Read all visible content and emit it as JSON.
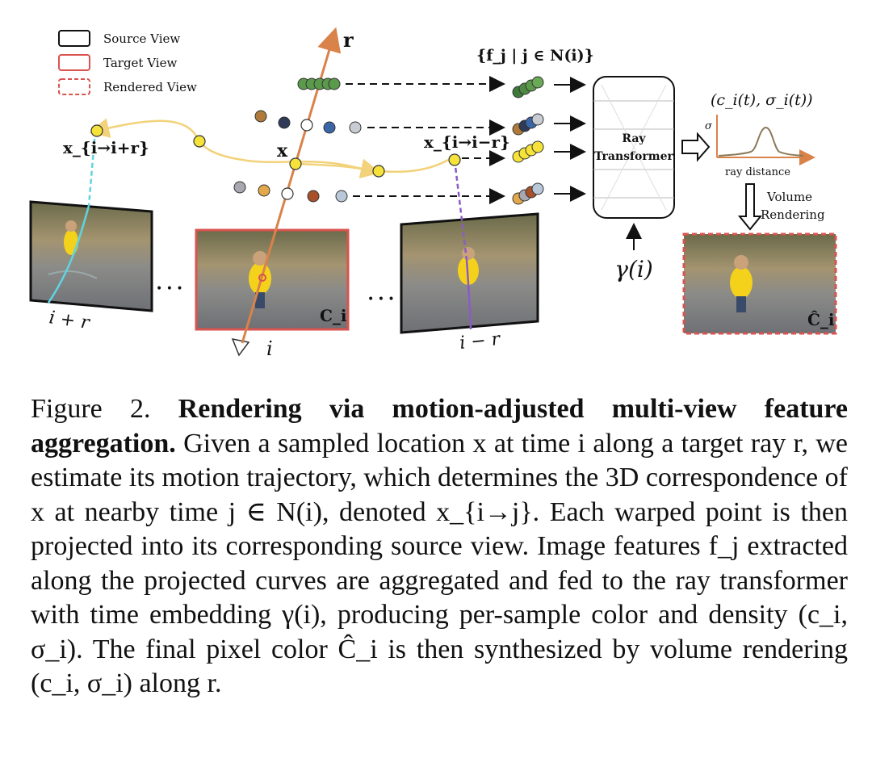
{
  "legend": {
    "source": "Source View",
    "target": "Target View",
    "rendered": "Rendered View"
  },
  "labels": {
    "ray": "r",
    "features_set": "{f_j | j ∈ N(i)}",
    "x_plus": "x_{i→i+r}",
    "x_minus": "x_{i→i−r}",
    "x": "x",
    "i_plus_r": "i + r",
    "i_minus_r": "i − r",
    "i": "i",
    "c_i": "C_i",
    "c_hat_i": "Ĉ_i",
    "ray_transformer_line1": "Ray",
    "ray_transformer_line2": "Transformer",
    "gamma": "γ(i)",
    "color_density": "(c_i(t), σ_i(t))",
    "sigma": "σ",
    "ray_distance": "ray distance",
    "volume_line1": "Volume",
    "volume_line2": "Rendering",
    "ellipsis_left": "• • •",
    "ellipsis_right": "• • •"
  },
  "caption": {
    "label": "Figure 2.",
    "title": "Rendering via motion-adjusted multi-view feature aggregation.",
    "body": "Given a sampled location x at time i along a target ray r, we estimate its motion trajectory, which determines the 3D correspondence of x at nearby time j ∈ N(i), denoted x_{i→j}. Each warped point is then projected into its corresponding source view. Image features f_j extracted along the projected curves are aggregated and fed to the ray transformer with time embedding γ(i), producing per-sample color and density (c_i, σ_i). The final pixel color Ĉ_i is then synthesized by volume rendering (c_i, σ_i) along r."
  },
  "colors": {
    "ray": "#d9824a",
    "trajectory": "#f2d27a",
    "point_yellow": "#f5e33a",
    "cyan_line": "#5fd4e0",
    "purple_line": "#8a5cc7",
    "target_frame": "#d9534f",
    "green_feature": "#5a9a4a"
  }
}
